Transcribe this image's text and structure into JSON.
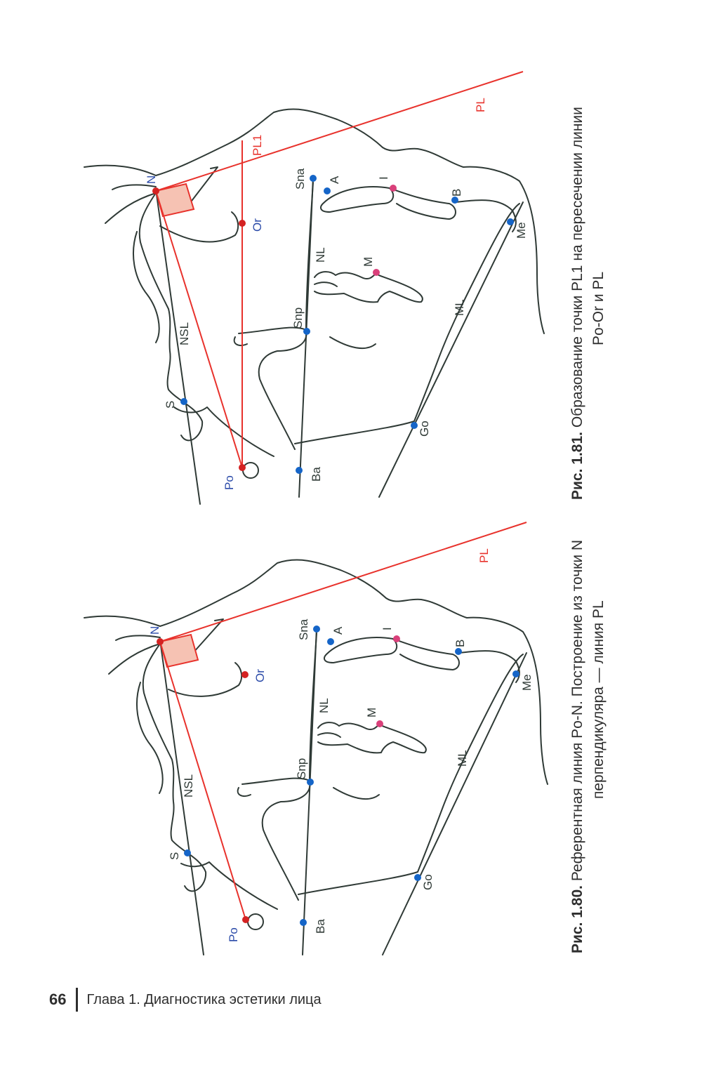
{
  "page": {
    "number": "66",
    "chapter": "Глава 1. Диагностика эстетики лица"
  },
  "colors": {
    "line": "#2f3a36",
    "red": "#e8322c",
    "point_blue": "#1565c8",
    "point_red": "#d42222",
    "point_pink": "#d9407a",
    "label_blue": "#2a4aa8",
    "label_red": "#e8322c",
    "square_fill": "#f6c2b3"
  },
  "figures": [
    {
      "id": "fig-1-80",
      "caption_number": "Рис. 1.80.",
      "caption_line1": "Референтная линия Po-N. Построение из точки N",
      "caption_line2": "перпендикуляра — линия PL",
      "point_labels": [
        "N",
        "Or",
        "Po",
        "S",
        "Ba",
        "Sna",
        "A",
        "I",
        "B",
        "Me",
        "M",
        "Snp",
        "Go"
      ],
      "line_labels": [
        "NSL",
        "NL",
        "ML",
        "PL"
      ]
    },
    {
      "id": "fig-1-81",
      "caption_number": "Рис. 1.81.",
      "caption_line1": "Образование точки PL1 на пересечении линии",
      "caption_line2": "Po-Or и PL",
      "point_labels": [
        "N",
        "Or",
        "Po",
        "S",
        "Ba",
        "Sna",
        "A",
        "I",
        "B",
        "Me",
        "M",
        "Snp",
        "Go"
      ],
      "line_labels": [
        "NSL",
        "NL",
        "ML",
        "PL",
        "PL1"
      ]
    }
  ]
}
